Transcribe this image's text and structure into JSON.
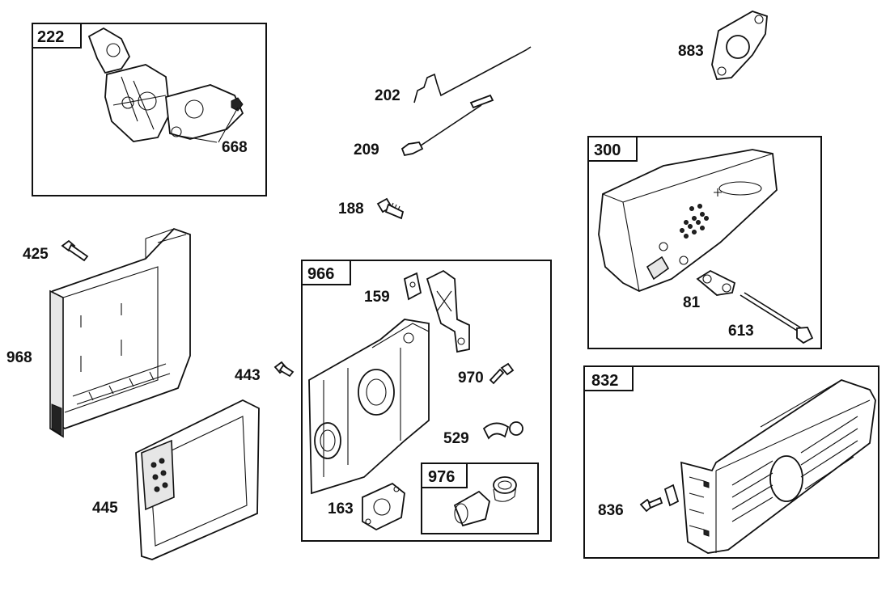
{
  "groups": {
    "g222": "222",
    "g300": "300",
    "g832": "832",
    "g966": "966",
    "g976": "976"
  },
  "callouts": {
    "c668": "668",
    "c202": "202",
    "c209": "209",
    "c188": "188",
    "c883": "883",
    "c425": "425",
    "c968": "968",
    "c443": "443",
    "c445": "445",
    "c159": "159",
    "c970": "970",
    "c529": "529",
    "c163": "163",
    "c81": "81",
    "c613": "613",
    "c836": "836"
  }
}
